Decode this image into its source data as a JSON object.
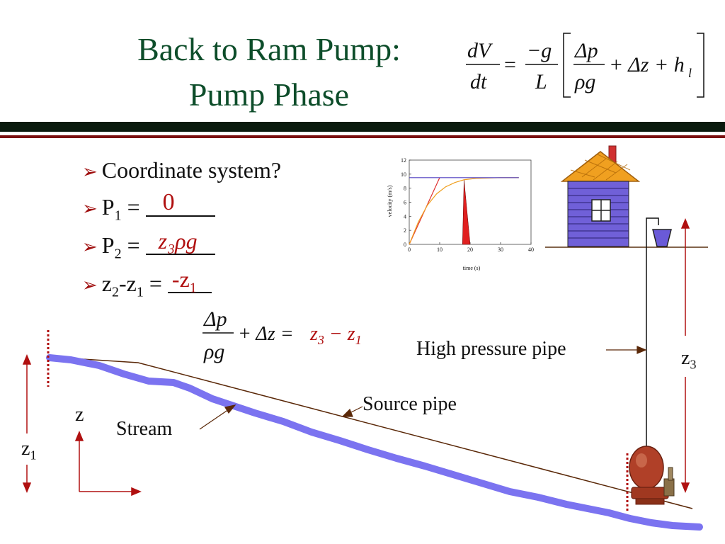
{
  "slide": {
    "title_line1": "Back to Ram Pump:",
    "title_line2": "Pump Phase",
    "colors": {
      "title": "#0d4d2a",
      "accent_red": "#b01010",
      "stream": "#7b73f0",
      "house": "#7060d8",
      "roof": "#f0a020"
    }
  },
  "header_equation": {
    "lhs_num": "dV",
    "lhs_den": "dt",
    "coef_num": "−g",
    "coef_den": "L",
    "frac_num": "Δp",
    "frac_den": "ρg",
    "rest": "+ Δz + h",
    "rest_sub": "l"
  },
  "bullets": [
    {
      "pre": "Coordinate system?",
      "sub": "",
      "post": "",
      "answer": ""
    },
    {
      "pre": "P",
      "sub": "1",
      "post": " = ",
      "answer": "0"
    },
    {
      "pre": "P",
      "sub": "2",
      "post": " = ",
      "answer": "z₃ρg"
    },
    {
      "pre": "z",
      "sub": "2",
      "mid": "-z",
      "sub2": "1",
      "post": " = ",
      "answer": "-z",
      "answer_sub": "1"
    }
  ],
  "mid_equation": {
    "frac_num": "Δp",
    "frac_den": "ρg",
    "op": "+ Δz =",
    "rhs": "z",
    "rhs_sub1": "3",
    "minus": " − z",
    "rhs_sub2": "1"
  },
  "labels": {
    "high_pressure_pipe": "High pressure pipe",
    "source_pipe": "Source pipe",
    "stream": "Stream",
    "z_axis": "z",
    "z1": "z",
    "z1_sub": "1",
    "z3": "z",
    "z3_sub": "3"
  },
  "chart_data": {
    "type": "line",
    "xlabel": "time (s)",
    "ylabel": "velocity (m/s)",
    "xlim": [
      0,
      40
    ],
    "ylim": [
      0,
      12
    ],
    "x_ticks": [
      0,
      10,
      20,
      30,
      40
    ],
    "y_ticks": [
      0,
      2,
      4,
      6,
      8,
      10,
      12
    ],
    "series": [
      {
        "color": "#e03030",
        "points": [
          [
            0,
            0
          ],
          [
            10,
            9.5
          ]
        ]
      },
      {
        "color": "#f0a020",
        "points": [
          [
            0,
            0
          ],
          [
            3,
            3.2
          ],
          [
            6,
            5.6
          ],
          [
            9,
            7.2
          ],
          [
            12,
            8.2
          ],
          [
            15,
            8.8
          ],
          [
            18,
            9.2
          ],
          [
            22,
            9.4
          ],
          [
            26,
            9.45
          ],
          [
            30,
            9.5
          ],
          [
            36,
            9.5
          ]
        ]
      },
      {
        "color": "#5040c0",
        "points": [
          [
            0,
            9.5
          ],
          [
            36,
            9.5
          ]
        ]
      }
    ],
    "shaded_region": {
      "color": "#e02020",
      "x_top": 18,
      "y_top": 9.2,
      "x_left": 17.5,
      "x_right": 20,
      "y_bottom": 0
    }
  }
}
